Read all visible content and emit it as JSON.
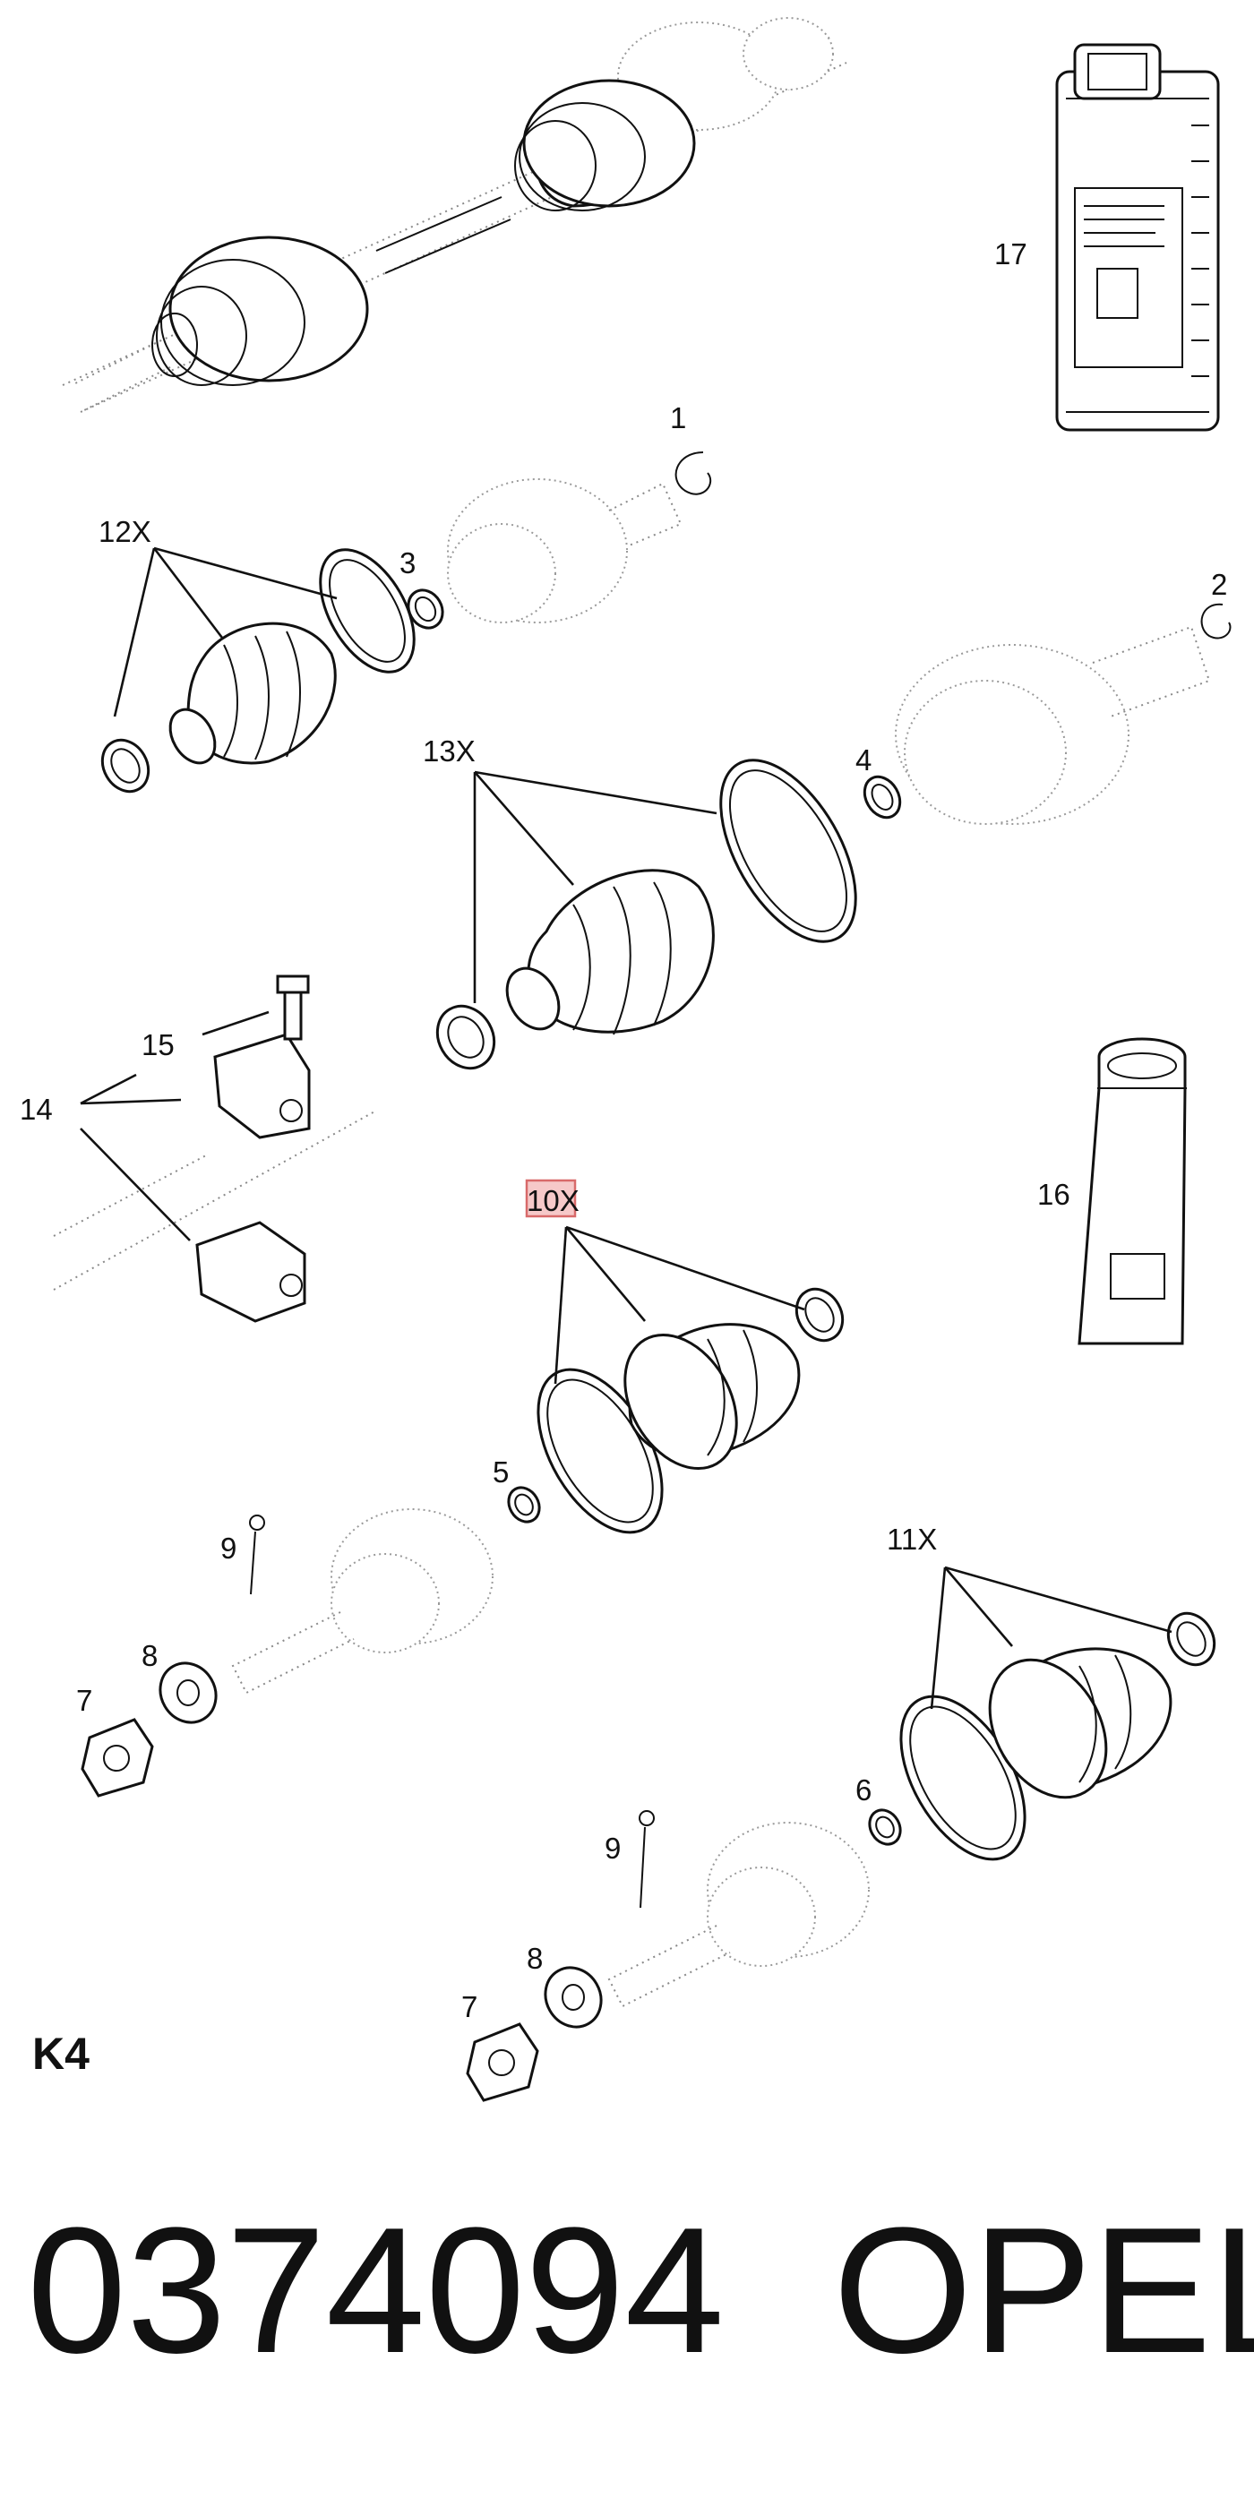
{
  "diagram": {
    "section_label": "K4",
    "part_number": "0374094",
    "brand": "OPEL",
    "highlight_color": "#f6c9c9",
    "callouts": {
      "c1": "1",
      "c2": "2",
      "c3": "3",
      "c4": "4",
      "c5": "5",
      "c6": "6",
      "c7a": "7",
      "c7b": "7",
      "c8a": "8",
      "c8b": "8",
      "c9a": "9",
      "c9b": "9",
      "c10x": "10X",
      "c11x": "11X",
      "c12x": "12X",
      "c13x": "13X",
      "c14": "14",
      "c15": "15",
      "c16": "16",
      "c17": "17"
    }
  }
}
